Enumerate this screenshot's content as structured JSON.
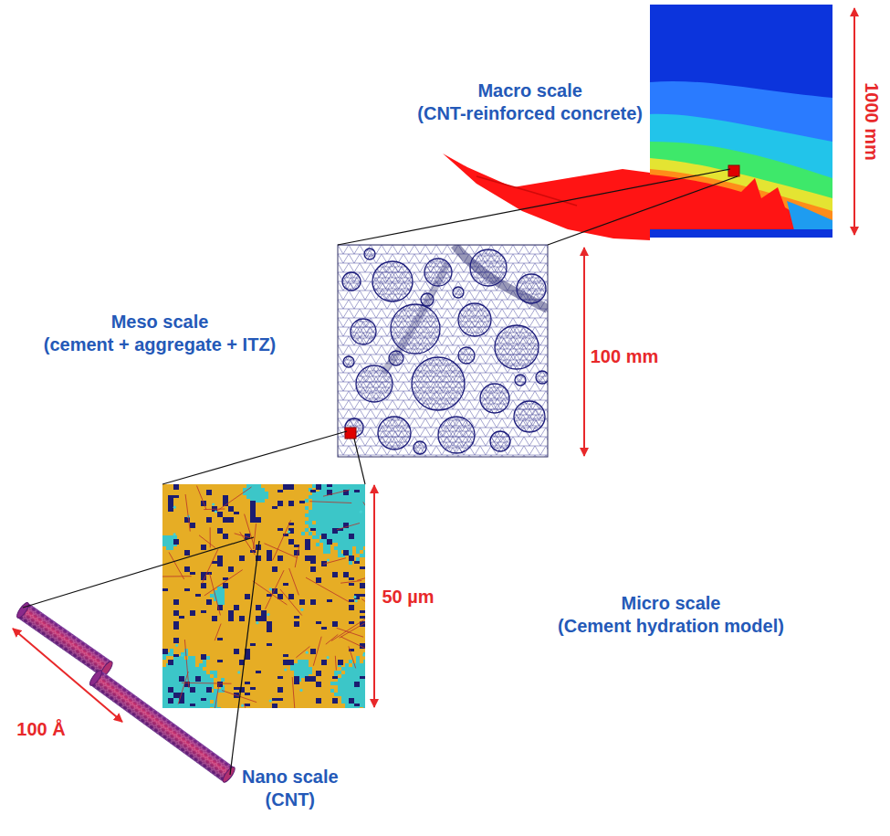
{
  "diagram": {
    "nodes": [
      {
        "text": [
          "Macro scale",
          "(CNT-reinforced concrete)"
        ]
      },
      {
        "text": [
          "Meso scale",
          "(cement + aggregate + ITZ)"
        ]
      },
      {
        "text": [
          "Micro scale",
          "(Cement hydration model)"
        ]
      },
      {
        "text": [
          "Nano scale",
          "(CNT)"
        ]
      }
    ],
    "edges": [
      {
        "from": 0,
        "to": 1,
        "arrow": "none"
      },
      {
        "from": 0,
        "to": 1,
        "arrow": "none"
      },
      {
        "from": 1,
        "to": 2,
        "arrow": "none"
      },
      {
        "from": 1,
        "to": 2,
        "arrow": "none"
      },
      {
        "from": 2,
        "to": 3,
        "arrow": "none"
      },
      {
        "from": 2,
        "to": 3,
        "arrow": "none"
      }
    ],
    "labels": [
      "1000 mm",
      "100 mm",
      "50 µm",
      "100 Å"
    ]
  }
}
